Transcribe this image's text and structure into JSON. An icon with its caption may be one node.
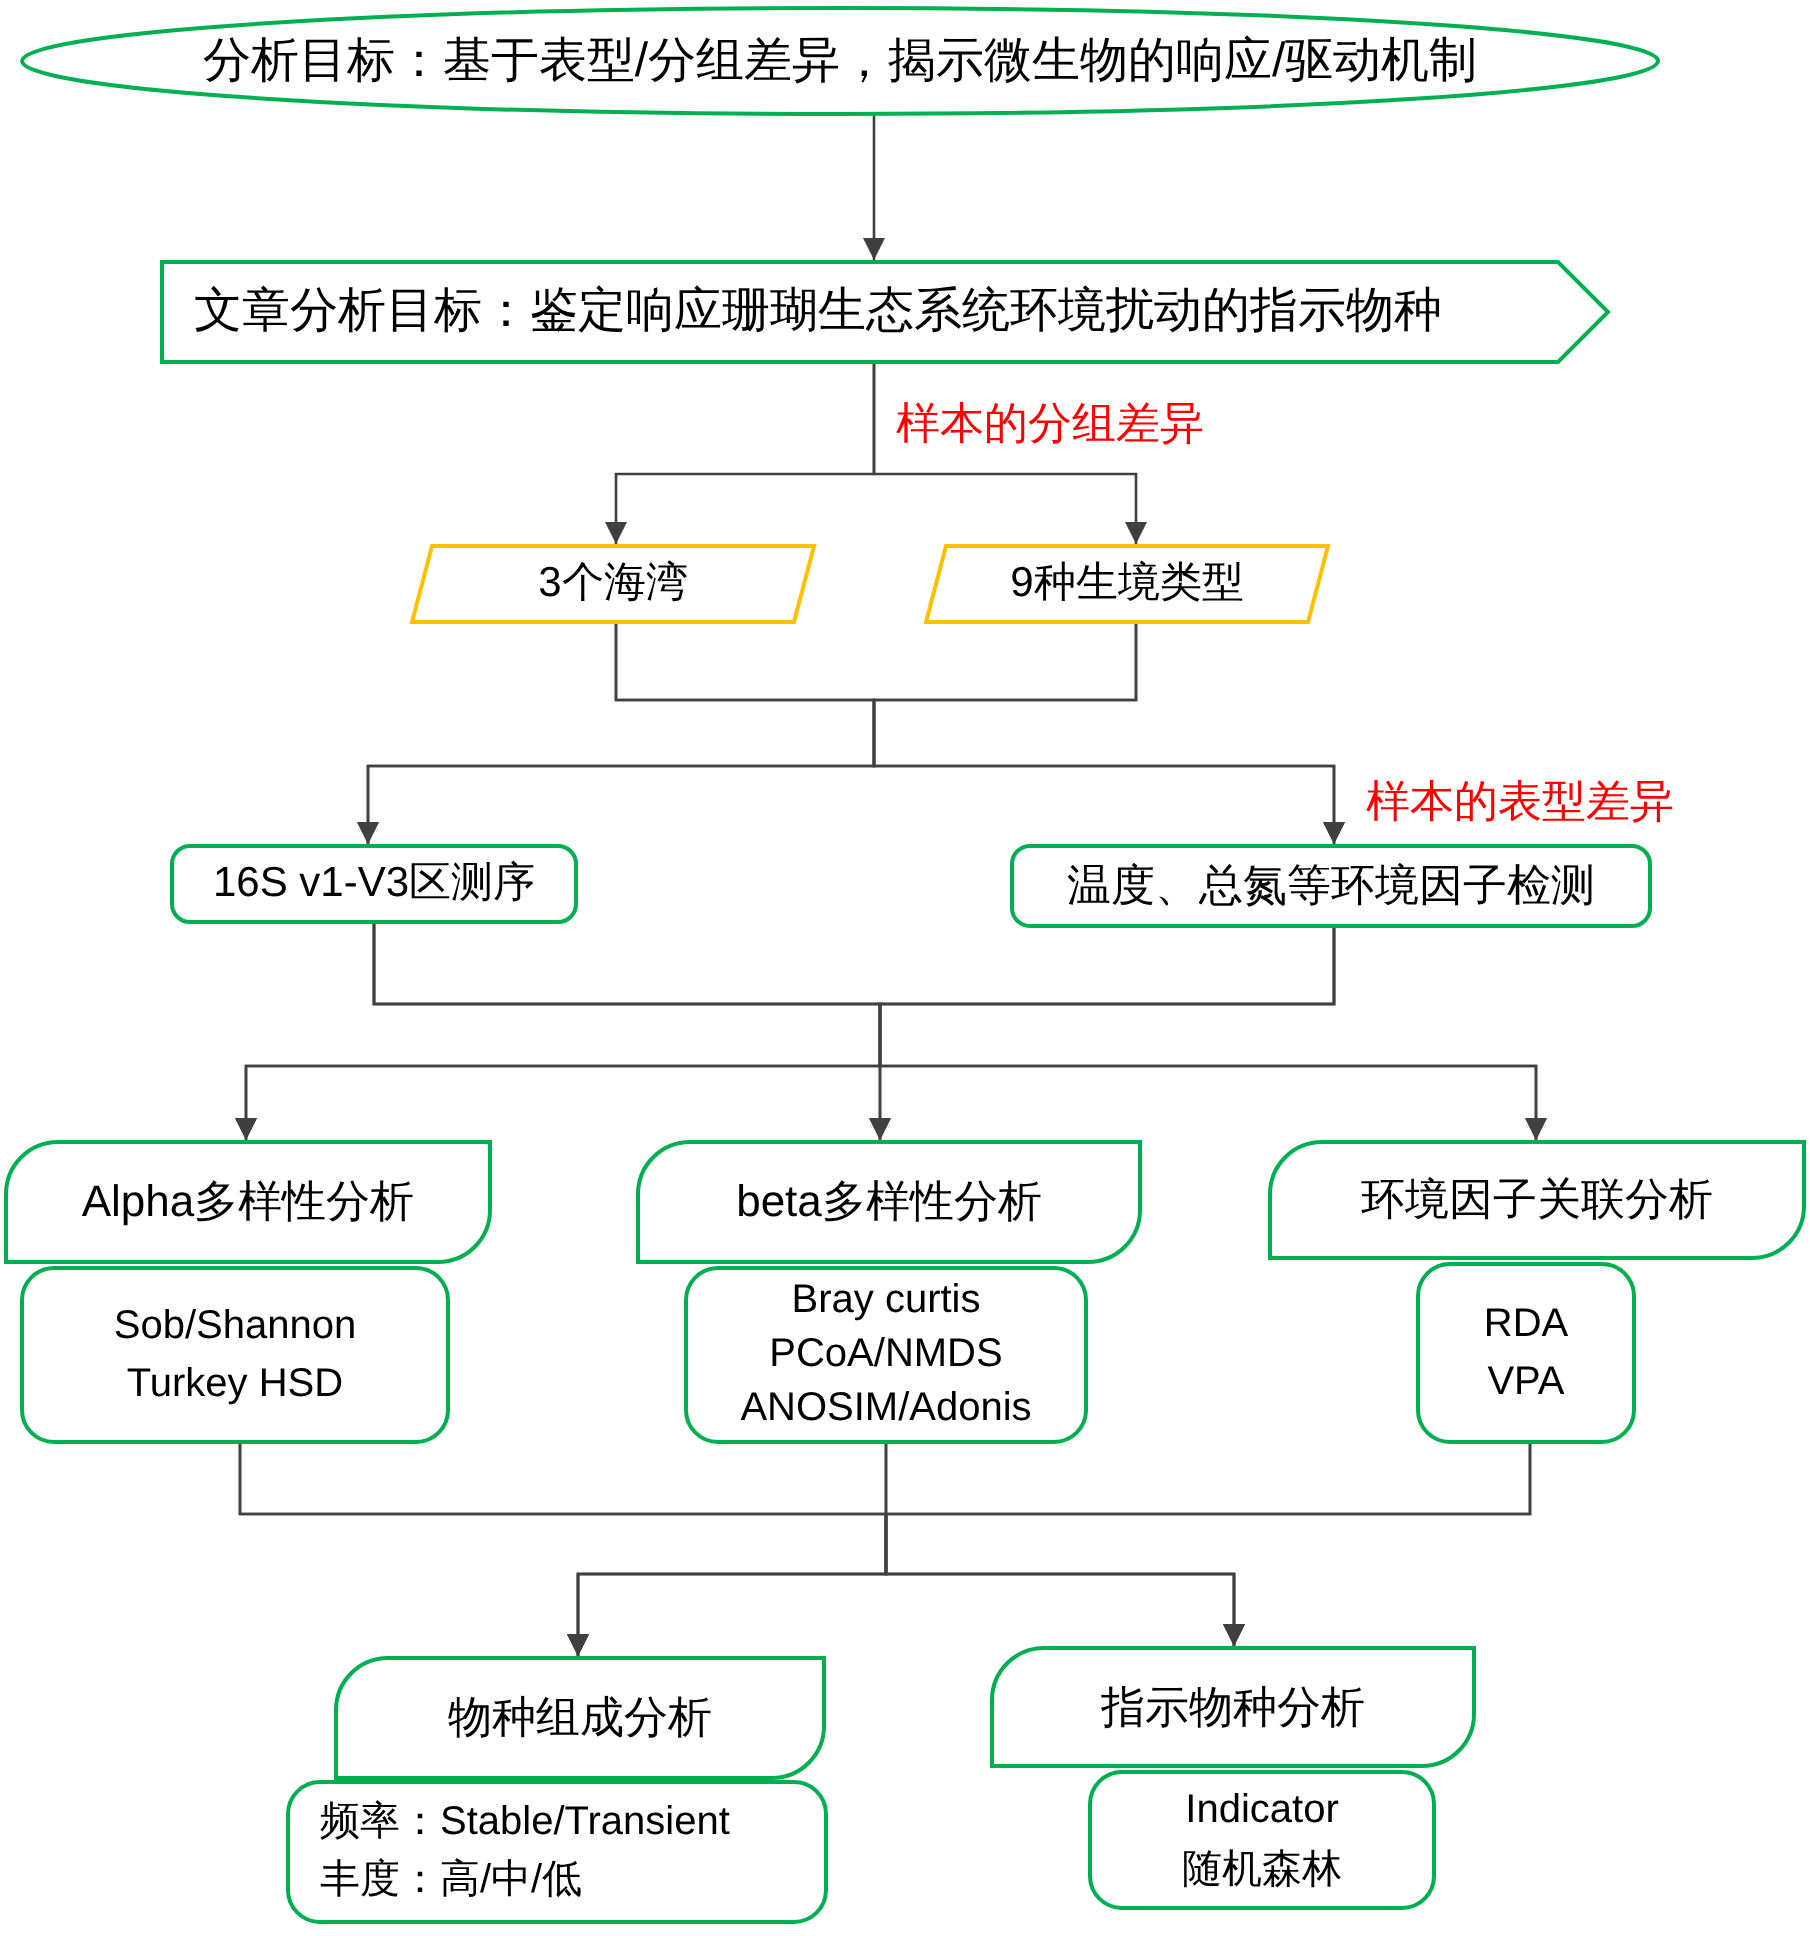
{
  "diagram": {
    "nodes": [
      {
        "text": [
          "分析目标：基于表型/分组差异，揭示微生物的响应/驱动机制"
        ]
      },
      {
        "text": [
          "文章分析目标：鉴定响应珊瑚生态系统环境扰动的指示物种"
        ]
      },
      {
        "text": [
          "3个海湾"
        ]
      },
      {
        "text": [
          "9种生境类型"
        ]
      },
      {
        "text": [
          "16S v1-V3区测序"
        ]
      },
      {
        "text": [
          "温度、总氮等环境因子检测"
        ]
      },
      {
        "text": [
          "Alpha多样性分析"
        ]
      },
      {
        "text": [
          "Sob/Shannon",
          "Turkey HSD"
        ]
      },
      {
        "text": [
          "beta多样性分析"
        ]
      },
      {
        "text": [
          "Bray curtis",
          "PCoA/NMDS",
          "ANOSIM/Adonis"
        ]
      },
      {
        "text": [
          "环境因子关联分析"
        ]
      },
      {
        "text": [
          "RDA",
          "VPA"
        ]
      },
      {
        "text": [
          "物种组成分析"
        ]
      },
      {
        "text": [
          "频率：Stable/Transient",
          "丰度：高/中/低"
        ]
      },
      {
        "text": [
          "指示物种分析"
        ]
      },
      {
        "text": [
          "Indicator",
          "随机森林"
        ]
      }
    ],
    "edges": [
      {
        "from": 0,
        "to": 1,
        "arrow": "to"
      },
      {
        "from": 1,
        "to": 2,
        "arrow": "to"
      },
      {
        "from": 1,
        "to": 3,
        "arrow": "to"
      },
      {
        "from": 2,
        "to": 4,
        "arrow": "to"
      },
      {
        "from": 2,
        "to": 5,
        "arrow": "to"
      },
      {
        "from": 3,
        "to": 4,
        "arrow": "to"
      },
      {
        "from": 3,
        "to": 5,
        "arrow": "to"
      },
      {
        "from": 4,
        "to": 6,
        "arrow": "to"
      },
      {
        "from": 4,
        "to": 8,
        "arrow": "to"
      },
      {
        "from": 4,
        "to": 10,
        "arrow": "to"
      },
      {
        "from": 5,
        "to": 6,
        "arrow": "to"
      },
      {
        "from": 5,
        "to": 8,
        "arrow": "to"
      },
      {
        "from": 5,
        "to": 10,
        "arrow": "to"
      },
      {
        "from": 7,
        "to": 12,
        "arrow": "to"
      },
      {
        "from": 7,
        "to": 14,
        "arrow": "to"
      },
      {
        "from": 9,
        "to": 12,
        "arrow": "to"
      },
      {
        "from": 9,
        "to": 14,
        "arrow": "to"
      },
      {
        "from": 11,
        "to": 12,
        "arrow": "to"
      },
      {
        "from": 11,
        "to": 14,
        "arrow": "to"
      }
    ],
    "labels": [
      "样本的分组差异",
      "样本的表型差异"
    ]
  }
}
